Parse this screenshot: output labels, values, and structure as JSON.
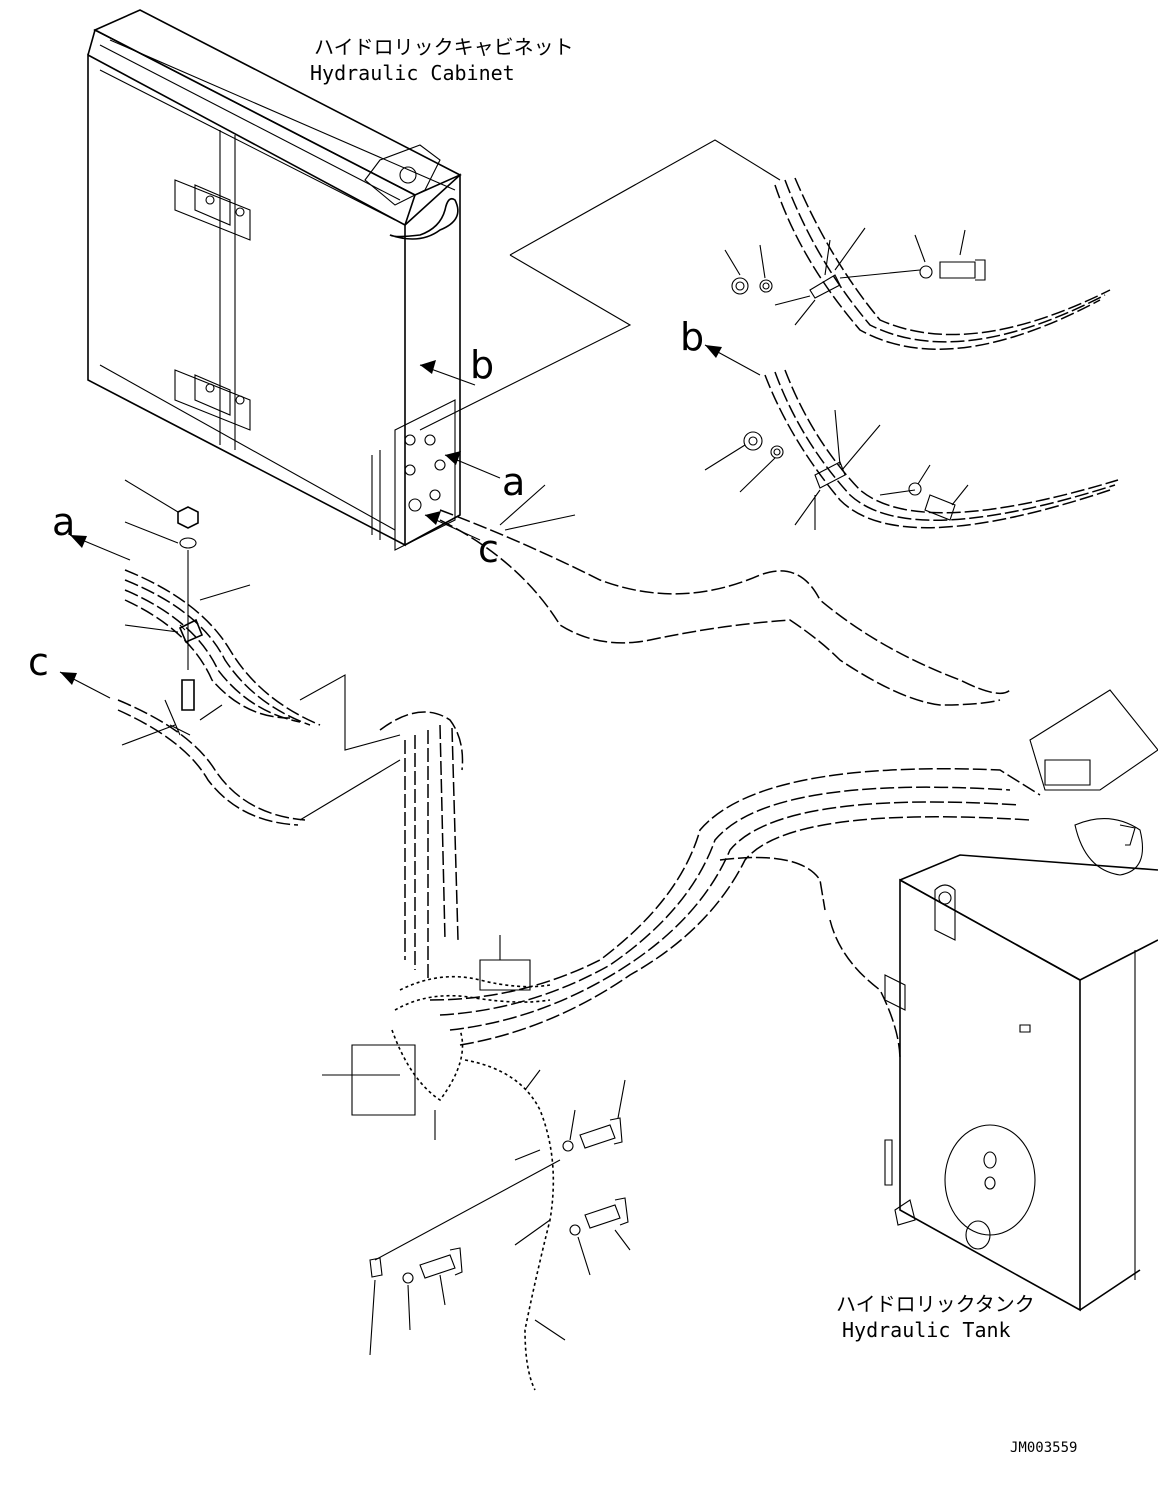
{
  "labels": {
    "cabinet_jp": "ハイドロリックキャビネット",
    "cabinet_en": "Hydraulic Cabinet",
    "tank_jp": "ハイドロリックタンク",
    "tank_en": "Hydraulic Tank",
    "drawing_id": "JM003559"
  },
  "callouts": {
    "a1": "a",
    "a2": "a",
    "b1": "b",
    "b2": "b",
    "c1": "c",
    "c2": "c"
  }
}
